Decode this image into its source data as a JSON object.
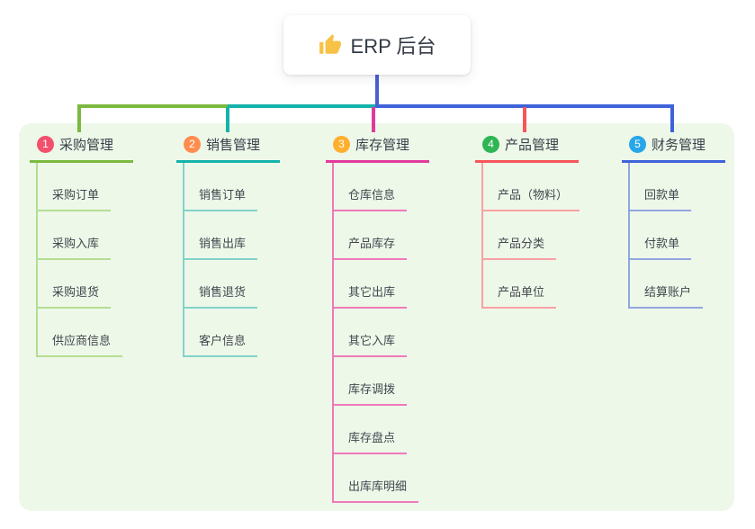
{
  "root": {
    "label": "ERP 后台",
    "icon": "thumbs-up-icon",
    "line_color": "#4a5fd2"
  },
  "panel": {
    "background": "#edf8e9"
  },
  "branches": [
    {
      "number": "1",
      "label": "采购管理",
      "badge_color": "#f3506d",
      "line_color": "#7cb93f",
      "child_line_color": "#b5dd90",
      "children": [
        "采购订单",
        "采购入库",
        "采购退货",
        "供应商信息"
      ]
    },
    {
      "number": "2",
      "label": "销售管理",
      "badge_color": "#ff8d4e",
      "line_color": "#14b3ab",
      "child_line_color": "#82d3cb",
      "children": [
        "销售订单",
        "销售出库",
        "销售退货",
        "客户信息"
      ]
    },
    {
      "number": "3",
      "label": "库存管理",
      "badge_color": "#ffaf2e",
      "line_color": "#e23a9c",
      "child_line_color": "#f07ab9",
      "children": [
        "仓库信息",
        "产品库存",
        "其它出库",
        "其它入库",
        "库存调拨",
        "库存盘点",
        "出库库明细"
      ]
    },
    {
      "number": "4",
      "label": "产品管理",
      "badge_color": "#2eb554",
      "line_color": "#f6555a",
      "child_line_color": "#f9a0a4",
      "children": [
        "产品（物料）",
        "产品分类",
        "产品单位"
      ]
    },
    {
      "number": "5",
      "label": "财务管理",
      "badge_color": "#27a7e8",
      "line_color": "#3e62d9",
      "child_line_color": "#92a5de",
      "children": [
        "回款单",
        "付款单",
        "结算账户"
      ]
    }
  ]
}
